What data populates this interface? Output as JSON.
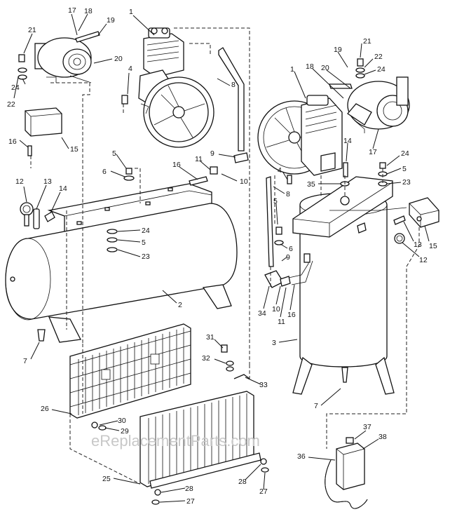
{
  "watermark": "eReplacementParts.com",
  "callouts": [
    {
      "id": "h-17",
      "text": "17"
    },
    {
      "id": "h-18",
      "text": "18"
    },
    {
      "id": "h-19",
      "text": "19"
    },
    {
      "id": "h-1",
      "text": "1"
    },
    {
      "id": "h-21",
      "text": "21"
    },
    {
      "id": "h-20",
      "text": "20"
    },
    {
      "id": "h-4",
      "text": "4"
    },
    {
      "id": "h-24",
      "text": "24"
    },
    {
      "id": "h-22",
      "text": "22"
    },
    {
      "id": "h-8",
      "text": "8"
    },
    {
      "id": "h-16",
      "text": "16"
    },
    {
      "id": "h-15",
      "text": "15"
    },
    {
      "id": "h-9",
      "text": "9"
    },
    {
      "id": "h-5a",
      "text": "5"
    },
    {
      "id": "h-6",
      "text": "6"
    },
    {
      "id": "h-16b",
      "text": "16"
    },
    {
      "id": "h-11",
      "text": "11"
    },
    {
      "id": "h-10",
      "text": "10"
    },
    {
      "id": "h-12",
      "text": "12"
    },
    {
      "id": "h-13",
      "text": "13"
    },
    {
      "id": "h-14",
      "text": "14"
    },
    {
      "id": "h-24b",
      "text": "24"
    },
    {
      "id": "h-5b",
      "text": "5"
    },
    {
      "id": "h-23",
      "text": "23"
    },
    {
      "id": "h-2",
      "text": "2"
    },
    {
      "id": "h-7",
      "text": "7"
    },
    {
      "id": "h-31",
      "text": "31"
    },
    {
      "id": "h-32",
      "text": "32"
    },
    {
      "id": "h-33",
      "text": "33"
    },
    {
      "id": "h-26",
      "text": "26"
    },
    {
      "id": "h-30",
      "text": "30"
    },
    {
      "id": "h-29",
      "text": "29"
    },
    {
      "id": "h-25",
      "text": "25"
    },
    {
      "id": "h-28",
      "text": "28"
    },
    {
      "id": "h-27",
      "text": "27"
    },
    {
      "id": "h-28b",
      "text": "28"
    },
    {
      "id": "h-27b",
      "text": "27"
    },
    {
      "id": "v-1",
      "text": "1"
    },
    {
      "id": "v-19",
      "text": "19"
    },
    {
      "id": "v-21",
      "text": "21"
    },
    {
      "id": "v-18",
      "text": "18"
    },
    {
      "id": "v-20",
      "text": "20"
    },
    {
      "id": "v-22",
      "text": "22"
    },
    {
      "id": "v-24",
      "text": "24"
    },
    {
      "id": "v-14",
      "text": "14"
    },
    {
      "id": "v-17",
      "text": "17"
    },
    {
      "id": "v-24b",
      "text": "24"
    },
    {
      "id": "v-4",
      "text": "4"
    },
    {
      "id": "v-5",
      "text": "5"
    },
    {
      "id": "v-35",
      "text": "35"
    },
    {
      "id": "v-23",
      "text": "23"
    },
    {
      "id": "v-8",
      "text": "8"
    },
    {
      "id": "v-5b",
      "text": "5"
    },
    {
      "id": "v-6",
      "text": "6"
    },
    {
      "id": "v-13",
      "text": "13"
    },
    {
      "id": "v-15",
      "text": "15"
    },
    {
      "id": "v-12",
      "text": "12"
    },
    {
      "id": "v-9",
      "text": "9"
    },
    {
      "id": "v-34",
      "text": "34"
    },
    {
      "id": "v-10",
      "text": "10"
    },
    {
      "id": "v-11",
      "text": "11"
    },
    {
      "id": "v-16",
      "text": "16"
    },
    {
      "id": "v-3",
      "text": "3"
    },
    {
      "id": "v-7",
      "text": "7"
    },
    {
      "id": "v-37",
      "text": "37"
    },
    {
      "id": "v-38",
      "text": "38"
    },
    {
      "id": "v-36",
      "text": "36"
    }
  ]
}
